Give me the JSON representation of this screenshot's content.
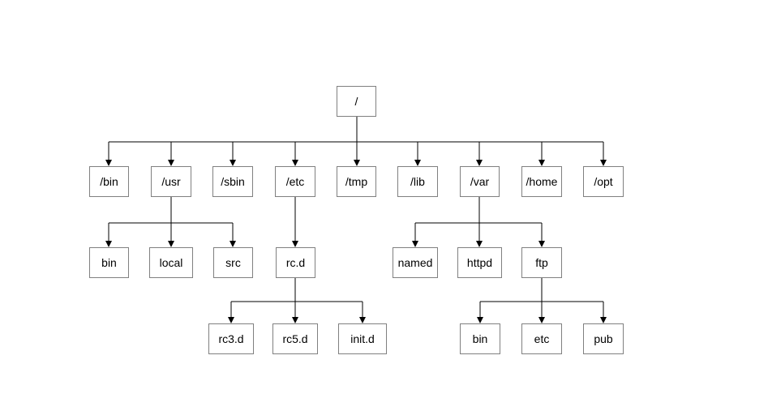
{
  "diagram": {
    "type": "tree",
    "nodes": {
      "root": {
        "label": "/"
      },
      "bin": {
        "label": "/bin"
      },
      "usr": {
        "label": "/usr"
      },
      "sbin": {
        "label": "/sbin"
      },
      "etc": {
        "label": "/etc"
      },
      "tmp": {
        "label": "/tmp"
      },
      "lib": {
        "label": "/lib"
      },
      "var": {
        "label": "/var"
      },
      "home": {
        "label": "/home"
      },
      "opt": {
        "label": "/opt"
      },
      "usr_bin": {
        "label": "bin"
      },
      "usr_local": {
        "label": "local"
      },
      "usr_src": {
        "label": "src"
      },
      "etc_rcd": {
        "label": "rc.d"
      },
      "var_named": {
        "label": "named"
      },
      "var_httpd": {
        "label": "httpd"
      },
      "var_ftp": {
        "label": "ftp"
      },
      "rcd_rc3d": {
        "label": "rc3.d"
      },
      "rcd_rc5d": {
        "label": "rc5.d"
      },
      "rcd_initd": {
        "label": "init.d"
      },
      "ftp_bin": {
        "label": "bin"
      },
      "ftp_etc": {
        "label": "etc"
      },
      "ftp_pub": {
        "label": "pub"
      }
    },
    "edges": [
      {
        "from": "root",
        "to": [
          "bin",
          "usr",
          "sbin",
          "etc",
          "tmp",
          "lib",
          "var",
          "home",
          "opt"
        ]
      },
      {
        "from": "usr",
        "to": [
          "usr_bin",
          "usr_local",
          "usr_src"
        ]
      },
      {
        "from": "etc",
        "to": [
          "etc_rcd"
        ]
      },
      {
        "from": "var",
        "to": [
          "var_named",
          "var_httpd",
          "var_ftp"
        ]
      },
      {
        "from": "etc_rcd",
        "to": [
          "rcd_rc3d",
          "rcd_rc5d",
          "rcd_initd"
        ]
      },
      {
        "from": "var_ftp",
        "to": [
          "ftp_bin",
          "ftp_etc",
          "ftp_pub"
        ]
      }
    ],
    "colors": {
      "background": "#ffffff",
      "box_border": "#808080",
      "box_fill": "#ffffff",
      "line": "#000000",
      "arrowhead": "#000000",
      "text": "#000000"
    }
  }
}
